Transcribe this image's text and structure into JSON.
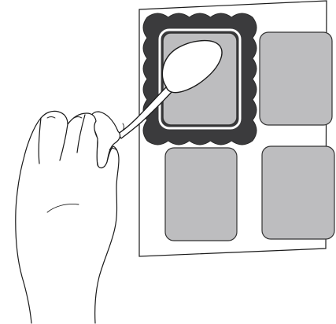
{
  "illustration": {
    "subject": "hand-with-spoon-over-label-sheet",
    "colors": {
      "outline": "#1a1a1a",
      "paper": "#ffffff",
      "label_fill": "#bdbdbf",
      "label_stroke": "#333333",
      "frame_dark": "#3b3b3d",
      "frame_ring": "#ffffff",
      "spoon_fill": "#ffffff"
    },
    "labels": [
      {
        "id": "label-top-left",
        "highlighted": true
      },
      {
        "id": "label-top-right",
        "highlighted": false
      },
      {
        "id": "label-bottom-left",
        "highlighted": false
      },
      {
        "id": "label-bottom-right",
        "highlighted": false
      }
    ]
  }
}
